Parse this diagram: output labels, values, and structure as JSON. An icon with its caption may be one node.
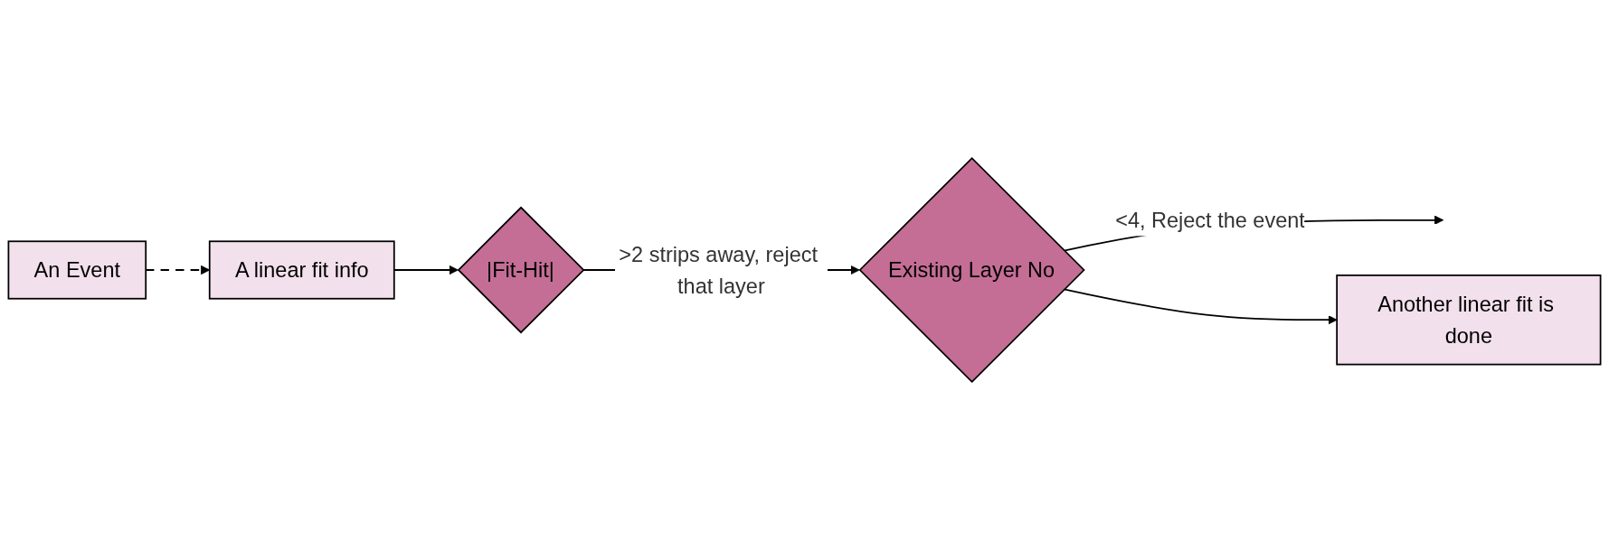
{
  "diagram": {
    "nodes": [
      {
        "text": [
          "An Event"
        ]
      },
      {
        "text": [
          "A linear fit info"
        ]
      },
      {
        "text": [
          "|Fit-Hit|"
        ]
      },
      {
        "text": [
          "Existing Layer No"
        ]
      },
      {
        "text": [
          "Another linear fit is done"
        ]
      }
    ],
    "edges": [
      {
        "from": 0,
        "to": 1,
        "arrow": "to",
        "style": "dashed"
      },
      {
        "from": 1,
        "to": 2,
        "arrow": "to"
      },
      {
        "from": 2,
        "to": 3,
        "arrow": "to",
        "label": ">2 strips away, reject that layer"
      },
      {
        "from": 3,
        "to": null,
        "arrow": "to",
        "label": "<4, Reject the event"
      },
      {
        "from": 3,
        "to": 4,
        "arrow": "to"
      }
    ]
  }
}
